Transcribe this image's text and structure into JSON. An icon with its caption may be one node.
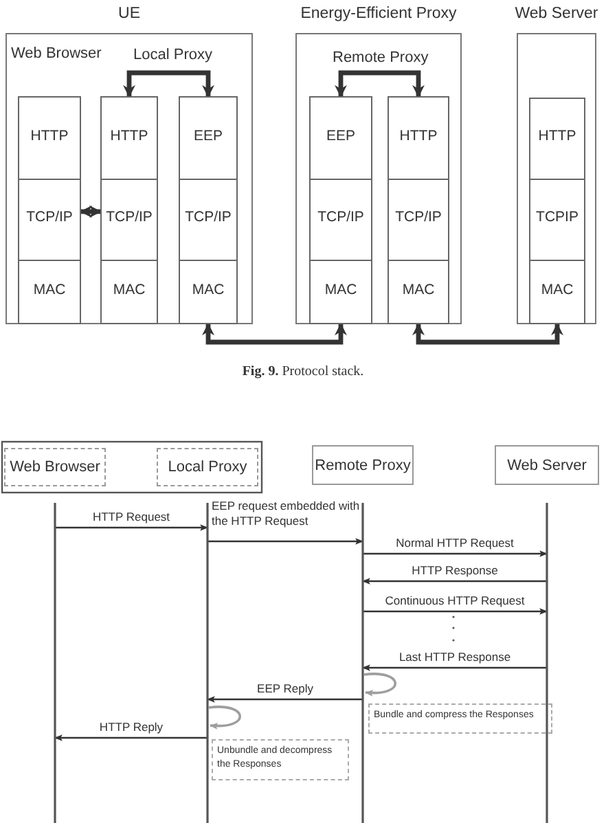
{
  "diagram": {
    "caption": "**Fig. 9.** Protocol stack.",
    "nodes": [
      {
        "text": [
          "UE"
        ]
      },
      {
        "text": [
          "HTTP"
        ],
        "in": 0
      },
      {
        "text": [
          "TCP/IP"
        ],
        "in": 0
      },
      {
        "text": [
          "MAC"
        ],
        "in": 0
      },
      {
        "text": [
          "HTTP"
        ],
        "in": 0
      },
      {
        "text": [
          "TCP/IP"
        ],
        "in": 0
      },
      {
        "text": [
          "MAC"
        ],
        "in": 0
      },
      {
        "text": [
          "EEP"
        ],
        "in": 0
      },
      {
        "text": [
          "TCP/IP"
        ],
        "in": 0
      },
      {
        "text": [
          "MAC"
        ],
        "in": 0
      },
      {
        "text": [
          "Energy-Efficient Proxy"
        ]
      },
      {
        "text": [
          "EEP"
        ],
        "in": 10
      },
      {
        "text": [
          "TCP/IP"
        ],
        "in": 10
      },
      {
        "text": [
          "MAC"
        ],
        "in": 10
      },
      {
        "text": [
          "HTTP"
        ],
        "in": 10
      },
      {
        "text": [
          "TCP/IP"
        ],
        "in": 10
      },
      {
        "text": [
          "MAC"
        ],
        "in": 10
      },
      {
        "text": [
          "Web Server"
        ]
      },
      {
        "text": [
          "HTTP"
        ],
        "in": 17
      },
      {
        "text": [
          "TCPIP"
        ],
        "in": 17
      },
      {
        "text": [
          "MAC"
        ],
        "in": 17
      },
      {
        "text": [
          "Web Browser"
        ]
      },
      {
        "text": [
          "Local Proxy"
        ]
      },
      {
        "text": [
          "Remote Proxy"
        ]
      },
      {
        "text": [
          "Web Server"
        ]
      },
      {
        "text": [
          "Bundle and compress the Responses"
        ]
      },
      {
        "text": [
          "Unbundle and decompress the Responses"
        ]
      }
    ],
    "edges": [
      {
        "from": 4,
        "to": 7,
        "arrow": "both",
        "style": "thick"
      },
      {
        "from": 2,
        "to": 5,
        "arrow": "both",
        "style": "thick"
      },
      {
        "from": 11,
        "to": 14,
        "arrow": "both",
        "style": "thick"
      },
      {
        "from": 9,
        "to": 13,
        "arrow": "both",
        "style": "thick"
      },
      {
        "from": 16,
        "to": 20,
        "arrow": "both",
        "style": "thick"
      },
      {
        "from": 21,
        "to": 22,
        "arrow": "to",
        "label": "HTTP Request"
      },
      {
        "from": 22,
        "to": 23,
        "arrow": "to",
        "label": "EEP request embedded with the HTTP Request"
      },
      {
        "from": 23,
        "to": 24,
        "arrow": "to",
        "label": "Normal HTTP Request"
      },
      {
        "from": 24,
        "to": 23,
        "arrow": "to",
        "label": "HTTP Response"
      },
      {
        "from": 23,
        "to": 24,
        "arrow": "to",
        "label": "Continuous HTTP Request"
      },
      {
        "from": 24,
        "to": 23,
        "arrow": "to",
        "label": "Last HTTP Response"
      },
      {
        "from": 23,
        "to": 23,
        "arrow": "to",
        "color": "#9e9e9e"
      },
      {
        "from": 23,
        "to": 22,
        "arrow": "to",
        "label": "EEP Reply"
      },
      {
        "from": 22,
        "to": 22,
        "arrow": "to",
        "color": "#9e9e9e"
      },
      {
        "from": 22,
        "to": 21,
        "arrow": "to",
        "label": "HTTP Reply"
      }
    ],
    "labels": [
      "Web Browser",
      "Local Proxy",
      "Remote Proxy"
    ]
  }
}
